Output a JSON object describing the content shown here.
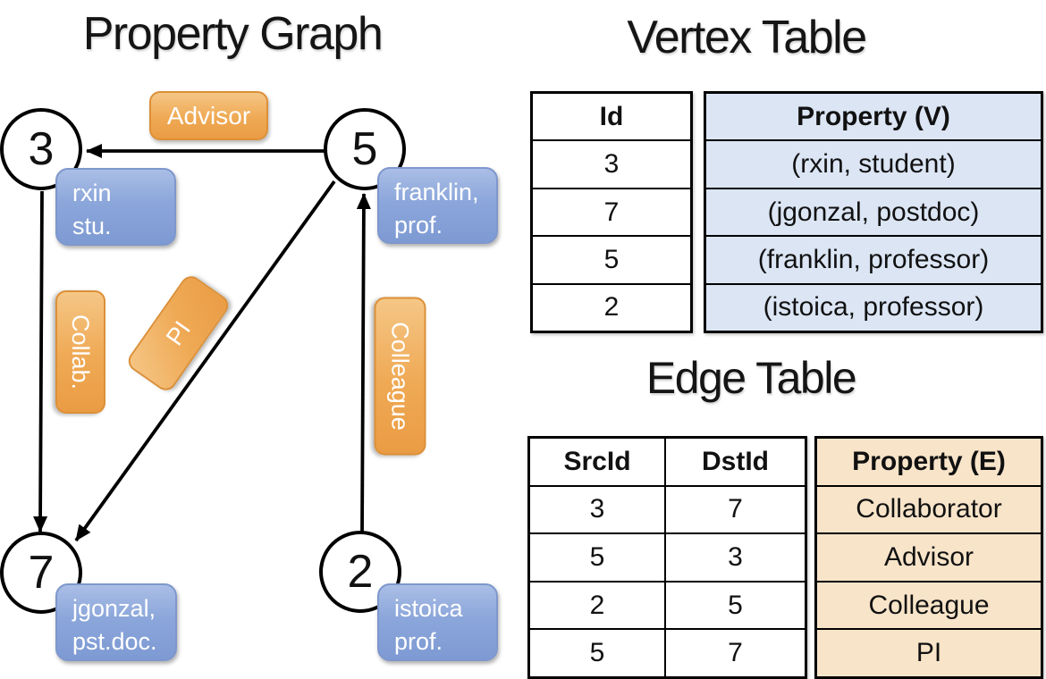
{
  "colors": {
    "edge_label_orange": "#efa954",
    "vertex_box_blue": "#8ba6da",
    "vertex_table_property_bg": "#dbe5f4",
    "edge_table_property_bg": "#f8e4c9",
    "line_black": "#000000"
  },
  "graph": {
    "title": "Property Graph",
    "vertices": [
      {
        "id": "3",
        "box_line1": "rxin",
        "box_line2": "stu."
      },
      {
        "id": "5",
        "box_line1": "franklin,",
        "box_line2": "prof."
      },
      {
        "id": "7",
        "box_line1": "jgonzal,",
        "box_line2": "pst.doc."
      },
      {
        "id": "2",
        "box_line1": "istoica",
        "box_line2": "prof."
      }
    ],
    "edge_labels": {
      "advisor": "Advisor",
      "collab": "Collab.",
      "pi": "PI",
      "colleague": "Colleague"
    },
    "edges": [
      {
        "src": "5",
        "dst": "3",
        "label": "Advisor"
      },
      {
        "src": "3",
        "dst": "7",
        "label": "Collab."
      },
      {
        "src": "5",
        "dst": "7",
        "label": "PI"
      },
      {
        "src": "2",
        "dst": "5",
        "label": "Colleague"
      }
    ]
  },
  "vertex_table": {
    "title": "Vertex Table",
    "columns": {
      "id": "Id",
      "property": "Property (V)"
    },
    "rows": [
      {
        "id": "3",
        "property": "(rxin, student)"
      },
      {
        "id": "7",
        "property": "(jgonzal, postdoc)"
      },
      {
        "id": "5",
        "property": "(franklin, professor)"
      },
      {
        "id": "2",
        "property": "(istoica, professor)"
      }
    ]
  },
  "edge_table": {
    "title": "Edge Table",
    "columns": {
      "src": "SrcId",
      "dst": "DstId",
      "property": "Property (E)"
    },
    "rows": [
      {
        "src": "3",
        "dst": "7",
        "property": "Collaborator"
      },
      {
        "src": "5",
        "dst": "3",
        "property": "Advisor"
      },
      {
        "src": "2",
        "dst": "5",
        "property": "Colleague"
      },
      {
        "src": "5",
        "dst": "7",
        "property": "PI"
      }
    ]
  }
}
